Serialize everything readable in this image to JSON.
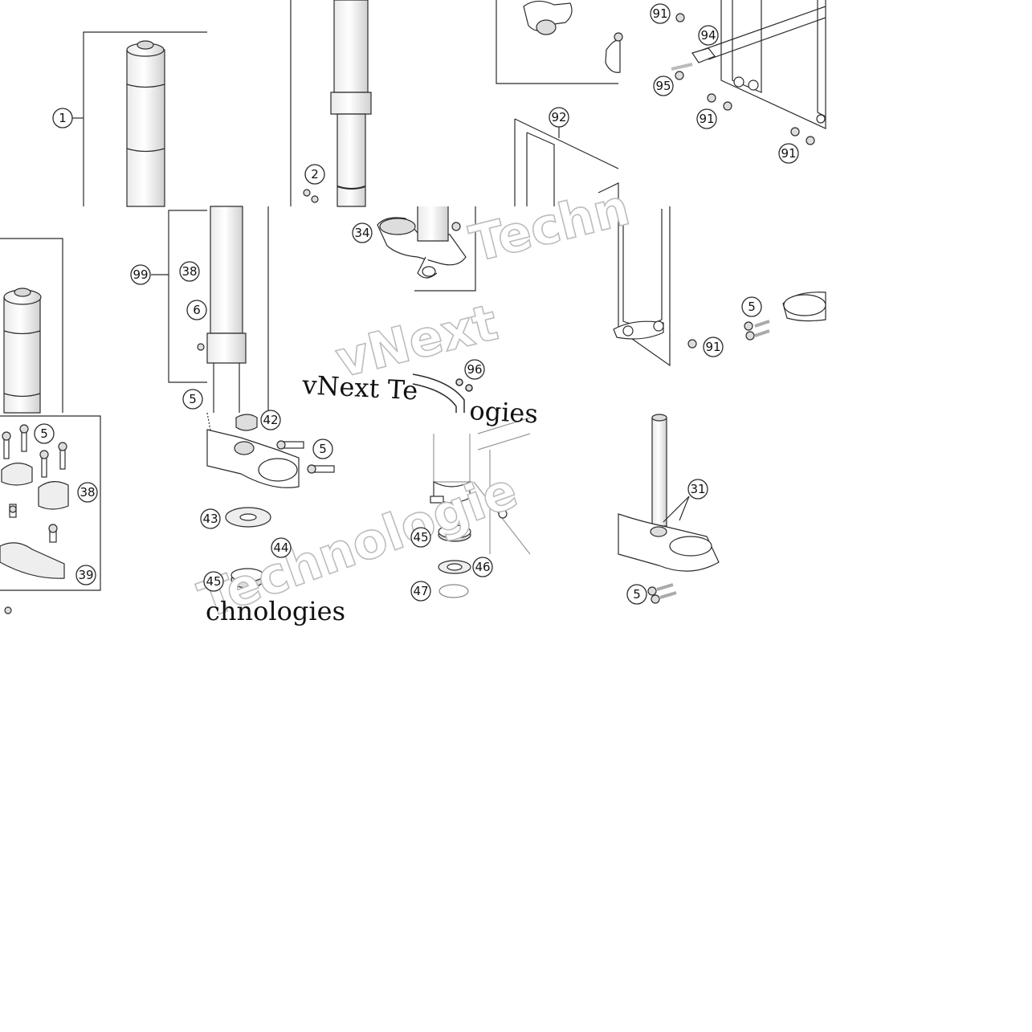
{
  "diagram": {
    "callouts": {
      "c1": "1",
      "c2": "2",
      "c5a": "5",
      "c5b": "5",
      "c5c": "5",
      "c5d": "5",
      "c5e": "5",
      "c6": "6",
      "c31": "31",
      "c34": "34",
      "c38a": "38",
      "c38b": "38",
      "c39": "39",
      "c42": "42",
      "c43": "43",
      "c44": "44",
      "c45a": "45",
      "c45b": "45",
      "c46": "46",
      "c47": "47",
      "c91a": "91",
      "c91b": "91",
      "c91c": "91",
      "c91d": "91",
      "c92": "92",
      "c94": "94",
      "c95": "95",
      "c96": "96",
      "c99": "99"
    },
    "watermark": {
      "main": "vNext Technologies",
      "frag_techn": "Techn",
      "frag_vnext": "vNext",
      "frag_technologie": "Technologie",
      "frag_technologies": "chnologies",
      "serif_line1": "vNext Te",
      "serif_line2": "ogies"
    },
    "colors": {
      "line": "#2b2b2b",
      "part_fill": "#ffffff",
      "part_shade": "#d9d9d9",
      "frame": "#555555",
      "watermark_outline": "#bdbdbd"
    }
  }
}
